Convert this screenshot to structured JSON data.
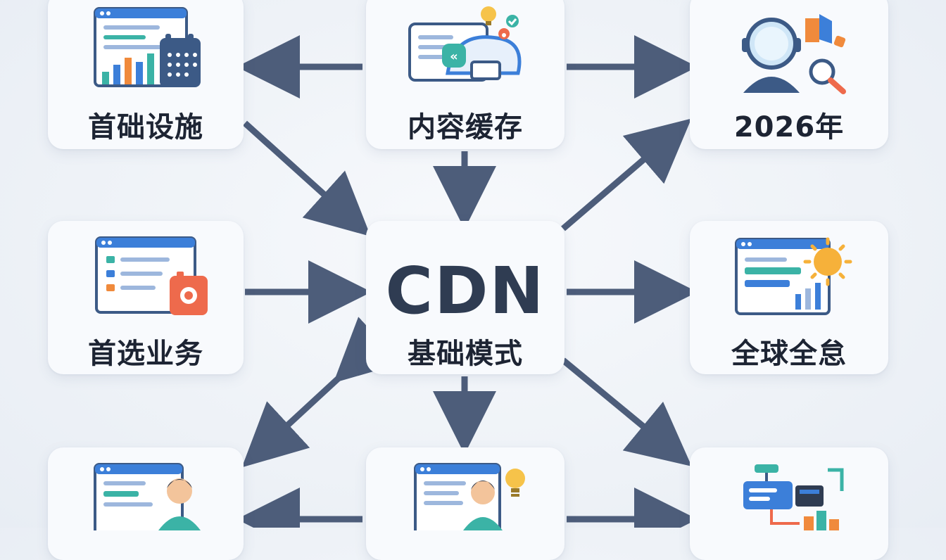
{
  "center": {
    "title": "CDN",
    "subtitle": "基础模式"
  },
  "nodes": {
    "top_left": "首础设施",
    "top_center": "内容缓存",
    "top_right": "2026年",
    "mid_left": "首选业务",
    "mid_right": "全球全怠"
  },
  "colors": {
    "arrow": "#4d5d7a",
    "card": "#f8fafd",
    "text": "#1d2433",
    "accent_blue": "#3c7fd9",
    "accent_teal": "#3bb3a6",
    "accent_orange": "#f08a3c",
    "accent_red": "#ee6a4c"
  },
  "icons": [
    "dashboard-calendar-icon",
    "cache-cloud-icon",
    "robot-search-icon",
    "browser-list-camera-icon",
    "browser-chart-sun-icon",
    "browser-person-icon",
    "browser-person-bulb-icon",
    "network-blocks-icon"
  ]
}
